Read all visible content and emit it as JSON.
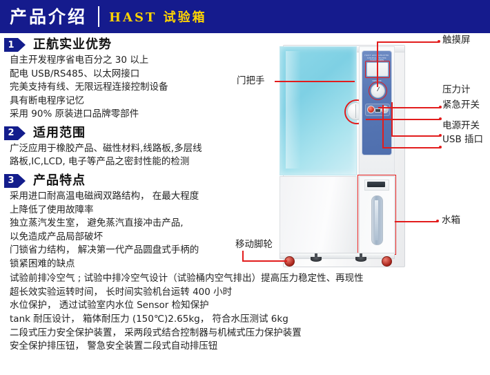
{
  "header": {
    "title": "产品介绍",
    "subtitle": "HAST 试验箱"
  },
  "sections": [
    {
      "number": "1",
      "title": "正航实业优势",
      "lines": [
        "自主开发程序省电百分之 30 以上",
        "配电 USB/RS485、以太网接口",
        "完美支持有线、无限远程连接控制设备",
        "具有断电程序记忆",
        "采用 90% 原装进口品牌零部件"
      ]
    },
    {
      "number": "2",
      "title": "适用范围",
      "lines": [
        "广泛应用于橡胶产品、磁性材料,线路板,多层线",
        "路板,IC,LCD, 电子等产品之密封性能的检测"
      ]
    },
    {
      "number": "3",
      "title": "产品特点",
      "lines": [
        "采用进口耐高温电磁阀双路结构， 在最大程度",
        "上降低了使用故障率",
        "独立蒸汽发生室， 避免蒸汽直接冲击产品,",
        "以免造成产品局部破坏",
        "门锁省力结构， 解决第一代产品圆盘式手柄的",
        "锁紧困难的缺点"
      ],
      "wide_lines": [
        "试验前排冷空气 ; 试验中排冷空气设计（试验桶内空气排出）提高压力稳定性、再现性",
        "超长效实验运转时间， 长时间实验机台运转 400 小时",
        "水位保护， 透过试验室内水位 Sensor 检知保护",
        "tank 耐压设计， 箱体耐压力 (150℃)2.65kg， 符合水压测试 6kg",
        "二段式压力安全保护装置， 采两段式结合控制器与机械式压力保护装置",
        "安全保护排压钮， 警急安全装置二段式自动排压钮"
      ]
    }
  ],
  "callouts": {
    "touchscreen": "触摸屏",
    "pressure_gauge": "压力计",
    "emergency_switch": "紧急开关",
    "power_switch": "电源开关",
    "usb_port": "USB 插口",
    "water_tank": "水箱",
    "door_handle": "门把手",
    "caster": "移动脚轮"
  },
  "product": {
    "panel_brand": "HAST ACCELERATED STRESS TESTER",
    "lcd_label": "TOUCH SCREEN",
    "gauge_label": "PRESSURE"
  },
  "colors": {
    "header_bg": "#151b8d",
    "header_title": "#ffffff",
    "header_sub": "#ffd400",
    "badge": "#131d8c",
    "callout_line": "#e21c1c",
    "door_glass": "#7ed0e4",
    "panel": "#5878b5"
  }
}
